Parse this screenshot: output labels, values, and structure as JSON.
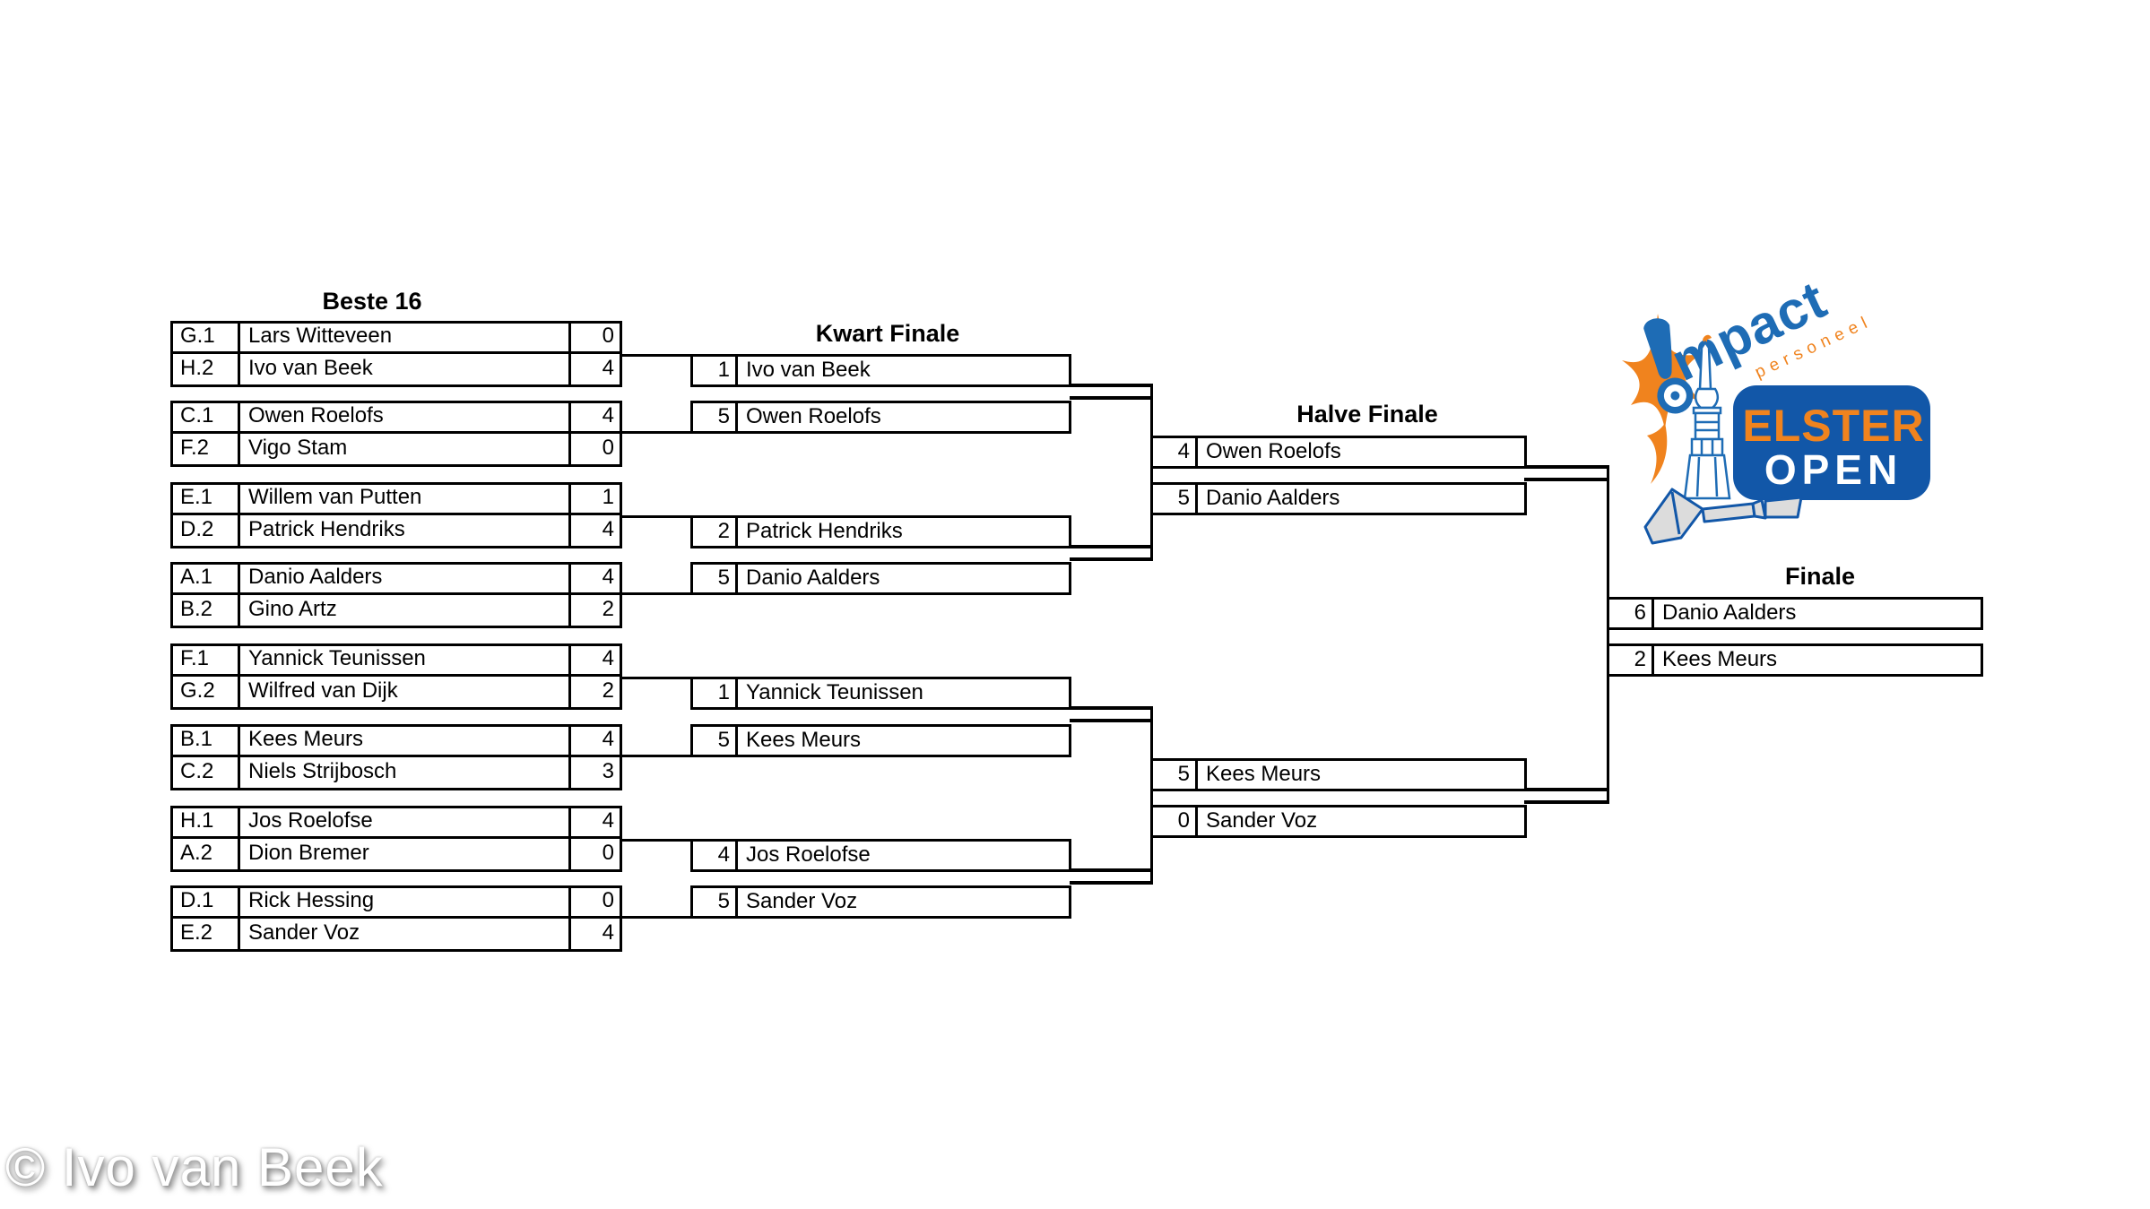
{
  "watermark": "© Ivo van Beek",
  "logo": {
    "impact_word": "mpact",
    "tagline": "personeel",
    "banner_line1": "ELSTER",
    "banner_line2": "OPEN"
  },
  "colors": {
    "bracket_line": "#000000",
    "background": "#ffffff",
    "logo_text_blue": "#1e6cb5",
    "logo_banner_blue": "#1257a8",
    "logo_orange": "#f0831e",
    "dart_gray": "#d9d9d9"
  },
  "bracket": {
    "r16": {
      "label": "Beste 16",
      "matches": [
        {
          "slots": [
            {
              "seed": "G.1",
              "name": "Lars Witteveen",
              "score": "0"
            },
            {
              "seed": "H.2",
              "name": "Ivo van Beek",
              "score": "4"
            }
          ]
        },
        {
          "slots": [
            {
              "seed": "C.1",
              "name": "Owen Roelofs",
              "score": "4"
            },
            {
              "seed": "F.2",
              "name": "Vigo Stam",
              "score": "0"
            }
          ]
        },
        {
          "slots": [
            {
              "seed": "E.1",
              "name": "Willem van Putten",
              "score": "1"
            },
            {
              "seed": "D.2",
              "name": "Patrick Hendriks",
              "score": "4"
            }
          ]
        },
        {
          "slots": [
            {
              "seed": "A.1",
              "name": "Danio Aalders",
              "score": "4"
            },
            {
              "seed": "B.2",
              "name": "Gino Artz",
              "score": "2"
            }
          ]
        },
        {
          "slots": [
            {
              "seed": "F.1",
              "name": "Yannick Teunissen",
              "score": "4"
            },
            {
              "seed": "G.2",
              "name": "Wilfred van Dijk",
              "score": "2"
            }
          ]
        },
        {
          "slots": [
            {
              "seed": "B.1",
              "name": "Kees Meurs",
              "score": "4"
            },
            {
              "seed": "C.2",
              "name": "Niels Strijbosch",
              "score": "3"
            }
          ]
        },
        {
          "slots": [
            {
              "seed": "H.1",
              "name": "Jos Roelofse",
              "score": "4"
            },
            {
              "seed": "A.2",
              "name": "Dion Bremer",
              "score": "0"
            }
          ]
        },
        {
          "slots": [
            {
              "seed": "D.1",
              "name": "Rick Hessing",
              "score": "0"
            },
            {
              "seed": "E.2",
              "name": "Sander Voz",
              "score": "4"
            }
          ]
        }
      ]
    },
    "kwart": {
      "label": "Kwart Finale",
      "matches": [
        {
          "slots": [
            {
              "score": "1",
              "name": "Ivo van Beek"
            },
            {
              "score": "5",
              "name": "Owen Roelofs"
            }
          ]
        },
        {
          "slots": [
            {
              "score": "2",
              "name": "Patrick Hendriks"
            },
            {
              "score": "5",
              "name": "Danio Aalders"
            }
          ]
        },
        {
          "slots": [
            {
              "score": "1",
              "name": "Yannick Teunissen"
            },
            {
              "score": "5",
              "name": "Kees Meurs"
            }
          ]
        },
        {
          "slots": [
            {
              "score": "4",
              "name": "Jos Roelofse"
            },
            {
              "score": "5",
              "name": "Sander Voz"
            }
          ]
        }
      ]
    },
    "halve": {
      "label": "Halve Finale",
      "matches": [
        {
          "slots": [
            {
              "score": "4",
              "name": "Owen Roelofs"
            },
            {
              "score": "5",
              "name": "Danio Aalders"
            }
          ]
        },
        {
          "slots": [
            {
              "score": "5",
              "name": "Kees Meurs"
            },
            {
              "score": "0",
              "name": "Sander Voz"
            }
          ]
        }
      ]
    },
    "finale": {
      "label": "Finale",
      "matches": [
        {
          "slots": [
            {
              "score": "6",
              "name": "Danio Aalders"
            },
            {
              "score": "2",
              "name": "Kees Meurs"
            }
          ]
        }
      ]
    }
  }
}
